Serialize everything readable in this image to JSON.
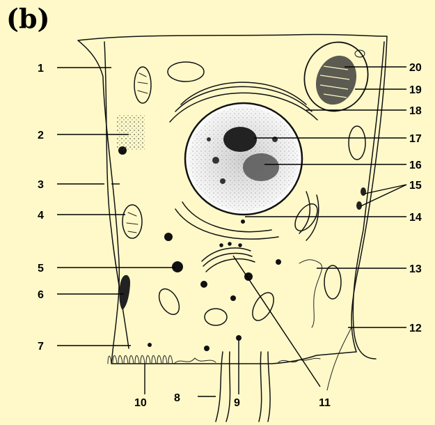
{
  "panel_label": "(b)",
  "labels": [
    "1",
    "2",
    "3",
    "4",
    "5",
    "6",
    "7",
    "8",
    "9",
    "10",
    "11",
    "12",
    "13",
    "14",
    "15",
    "16",
    "17",
    "18",
    "19",
    "20"
  ],
  "colors": {
    "background": "#fff9c9",
    "ink": "#111111"
  }
}
